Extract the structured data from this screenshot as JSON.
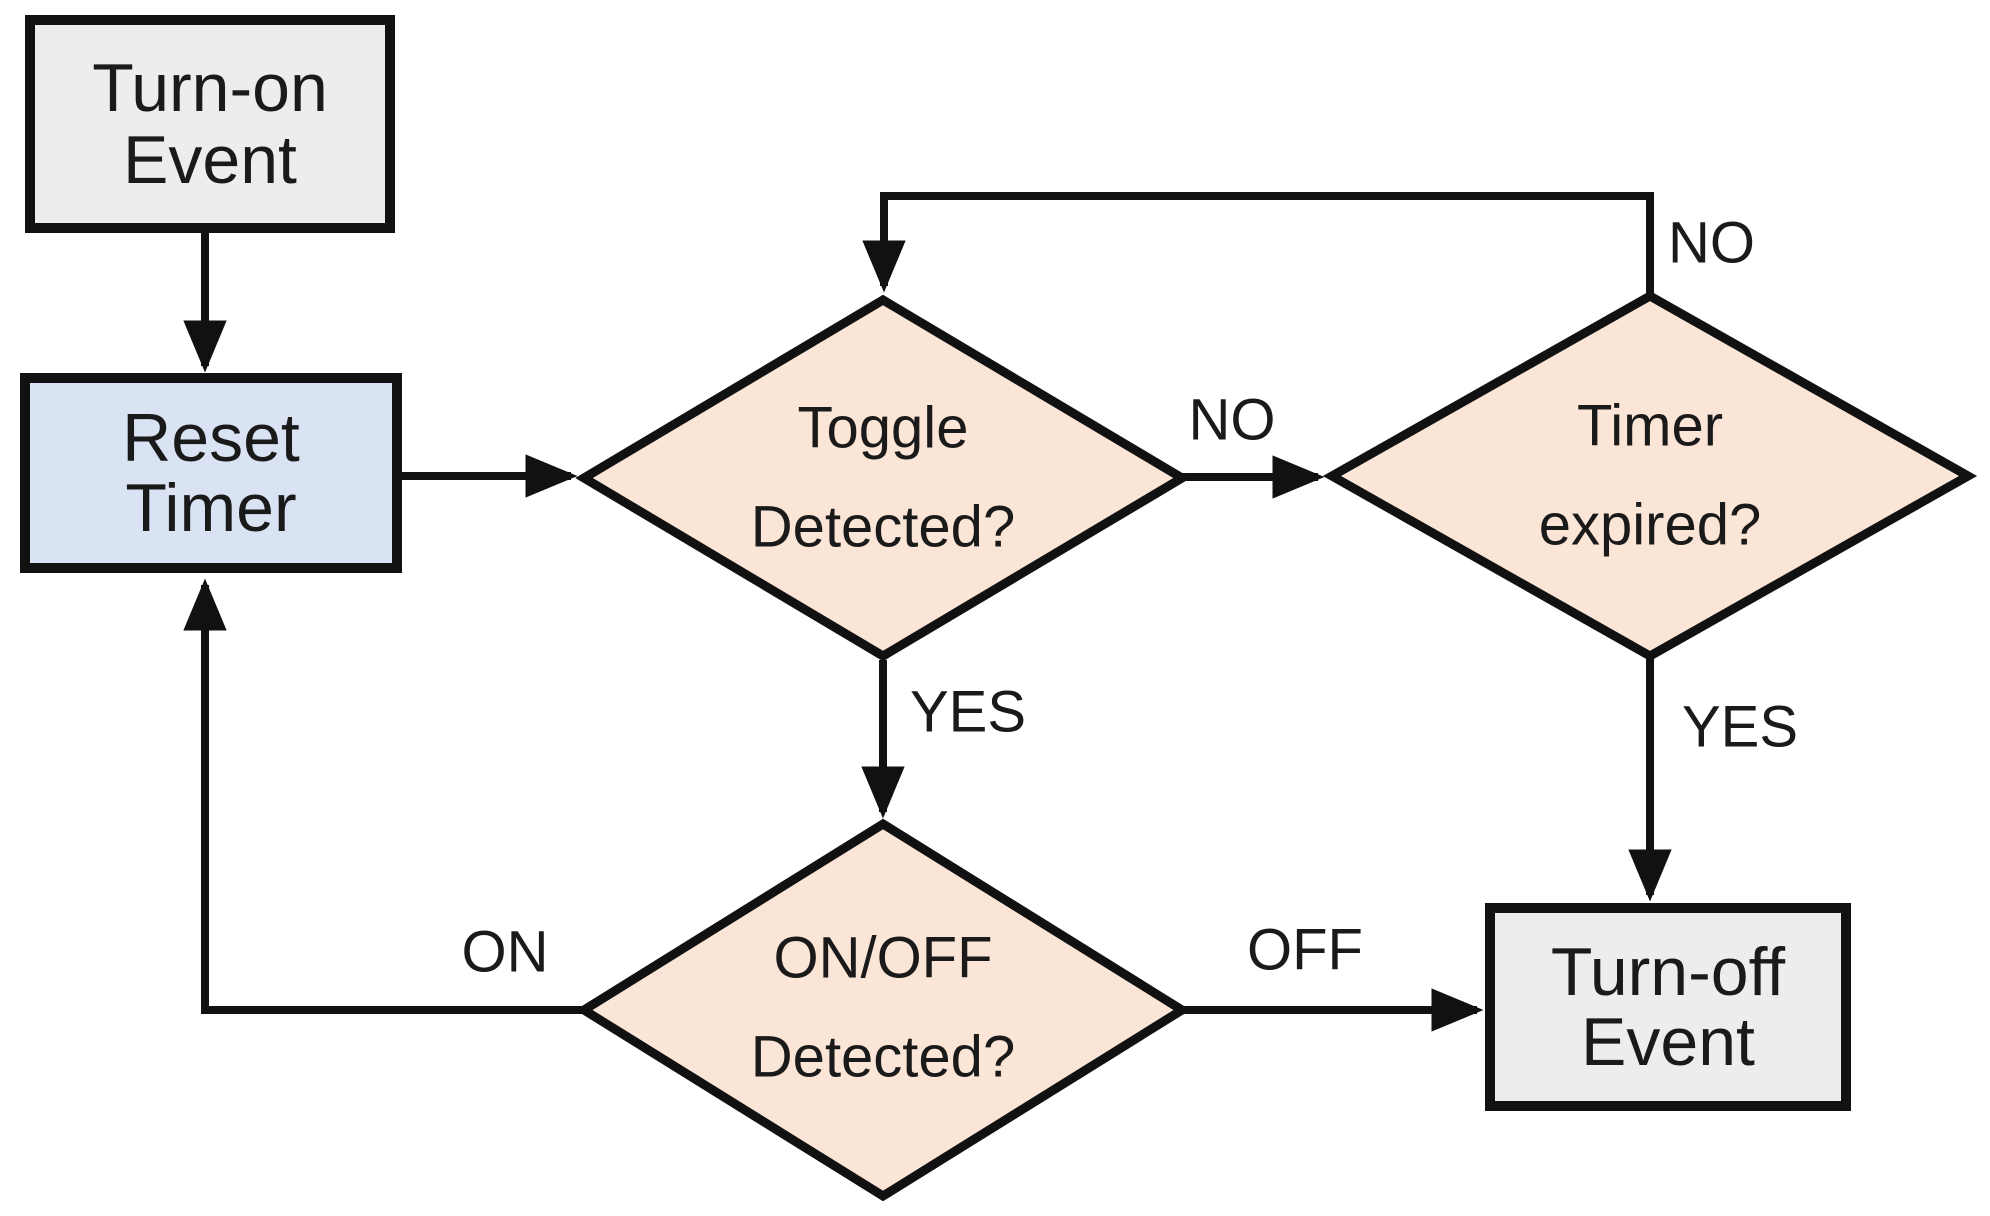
{
  "diagram": {
    "type": "flowchart",
    "description": "Timer-based turn-on/turn-off event state machine flowchart"
  },
  "colors": {
    "background": "#ffffff",
    "stroke": "#111111",
    "text": "#1a1a1a",
    "process_fill": "#ededed",
    "action_fill": "#dae3f3",
    "decision_fill": "#fbe5d6"
  },
  "nodes": {
    "turn_on_event": {
      "type": "process",
      "lines": [
        "Turn-on",
        "Event"
      ]
    },
    "reset_timer": {
      "type": "action",
      "lines": [
        "Reset",
        "Timer"
      ]
    },
    "toggle_detected": {
      "type": "decision",
      "lines": [
        "Toggle",
        "Detected?"
      ]
    },
    "timer_expired": {
      "type": "decision",
      "lines": [
        "Timer",
        "expired?"
      ]
    },
    "onoff_detected": {
      "type": "decision",
      "lines": [
        "ON/OFF",
        "Detected?"
      ]
    },
    "turn_off_event": {
      "type": "process",
      "lines": [
        "Turn-off",
        "Event"
      ]
    }
  },
  "edges": [
    {
      "from": "turn_on_event",
      "to": "reset_timer",
      "label": ""
    },
    {
      "from": "reset_timer",
      "to": "toggle_detected",
      "label": ""
    },
    {
      "from": "toggle_detected",
      "to": "timer_expired",
      "label": "NO"
    },
    {
      "from": "timer_expired",
      "to": "toggle_detected",
      "label": "NO"
    },
    {
      "from": "toggle_detected",
      "to": "onoff_detected",
      "label": "YES"
    },
    {
      "from": "timer_expired",
      "to": "turn_off_event",
      "label": "YES"
    },
    {
      "from": "onoff_detected",
      "to": "turn_off_event",
      "label": "OFF"
    },
    {
      "from": "onoff_detected",
      "to": "reset_timer",
      "label": "ON"
    }
  ],
  "edge_labels": {
    "toggle_to_timer_no": "NO",
    "timer_loop_no": "NO",
    "toggle_to_onoff_yes": "YES",
    "timer_to_turnoff_yes": "YES",
    "onoff_to_turnoff_off": "OFF",
    "onoff_to_reset_on": "ON"
  }
}
